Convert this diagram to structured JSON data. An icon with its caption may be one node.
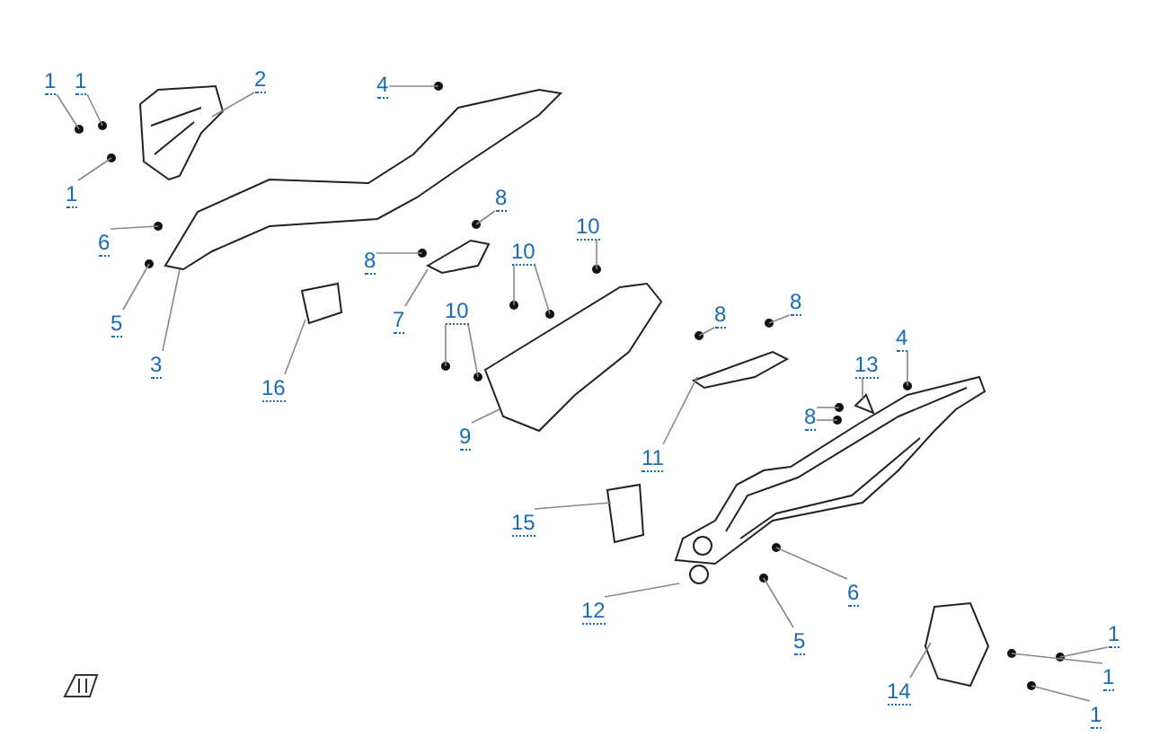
{
  "diagram": {
    "nodes": [
      {
        "text": [
          "1"
        ]
      },
      {
        "text": [
          "1"
        ]
      },
      {
        "text": [
          "2"
        ]
      },
      {
        "text": [
          "1"
        ]
      },
      {
        "text": [
          "4"
        ]
      },
      {
        "text": [
          "6"
        ]
      },
      {
        "text": [
          "5"
        ]
      },
      {
        "text": [
          "3"
        ]
      },
      {
        "text": [
          "16"
        ]
      },
      {
        "text": [
          "8"
        ]
      },
      {
        "text": [
          "8"
        ]
      },
      {
        "text": [
          "7"
        ]
      },
      {
        "text": [
          "10"
        ]
      },
      {
        "text": [
          "10"
        ]
      },
      {
        "text": [
          "10"
        ]
      },
      {
        "text": [
          "9"
        ]
      },
      {
        "text": [
          "8"
        ]
      },
      {
        "text": [
          "8"
        ]
      },
      {
        "text": [
          "11"
        ]
      },
      {
        "text": [
          "4"
        ]
      },
      {
        "text": [
          "13"
        ]
      },
      {
        "text": [
          "8"
        ]
      },
      {
        "text": [
          "15"
        ]
      },
      {
        "text": [
          "12"
        ]
      },
      {
        "text": [
          "6"
        ]
      },
      {
        "text": [
          "5"
        ]
      },
      {
        "text": [
          "14"
        ]
      },
      {
        "text": [
          "1"
        ]
      },
      {
        "text": [
          "1"
        ]
      },
      {
        "text": [
          "1"
        ]
      }
    ],
    "edges": [
      {
        "from": 0,
        "to": null,
        "arrow": "none"
      },
      {
        "from": 1,
        "to": null,
        "arrow": "none"
      },
      {
        "from": 2,
        "to": null,
        "arrow": "none"
      },
      {
        "from": 3,
        "to": null,
        "arrow": "none"
      },
      {
        "from": 4,
        "to": null,
        "arrow": "none"
      },
      {
        "from": 5,
        "to": null,
        "arrow": "none"
      },
      {
        "from": 6,
        "to": null,
        "arrow": "none"
      },
      {
        "from": 7,
        "to": null,
        "arrow": "none"
      },
      {
        "from": 8,
        "to": null,
        "arrow": "none"
      },
      {
        "from": 9,
        "to": null,
        "arrow": "none"
      },
      {
        "from": 10,
        "to": null,
        "arrow": "none"
      },
      {
        "from": 11,
        "to": null,
        "arrow": "none"
      },
      {
        "from": 12,
        "to": null,
        "arrow": "none"
      },
      {
        "from": 12,
        "to": null,
        "arrow": "none"
      },
      {
        "from": 13,
        "to": null,
        "arrow": "none"
      },
      {
        "from": 14,
        "to": null,
        "arrow": "none"
      },
      {
        "from": 14,
        "to": null,
        "arrow": "none"
      },
      {
        "from": 15,
        "to": null,
        "arrow": "none"
      },
      {
        "from": 16,
        "to": null,
        "arrow": "none"
      },
      {
        "from": 17,
        "to": null,
        "arrow": "none"
      },
      {
        "from": 18,
        "to": null,
        "arrow": "none"
      },
      {
        "from": 19,
        "to": null,
        "arrow": "none"
      },
      {
        "from": 20,
        "to": null,
        "arrow": "none"
      },
      {
        "from": 21,
        "to": null,
        "arrow": "none"
      },
      {
        "from": 21,
        "to": null,
        "arrow": "none"
      },
      {
        "from": 22,
        "to": null,
        "arrow": "none"
      },
      {
        "from": 23,
        "to": null,
        "arrow": "none"
      },
      {
        "from": 24,
        "to": null,
        "arrow": "none"
      },
      {
        "from": 25,
        "to": null,
        "arrow": "none"
      },
      {
        "from": 26,
        "to": null,
        "arrow": "none"
      },
      {
        "from": 27,
        "to": null,
        "arrow": "none"
      },
      {
        "from": 28,
        "to": null,
        "arrow": "none"
      },
      {
        "from": 29,
        "to": null,
        "arrow": "none"
      }
    ]
  }
}
